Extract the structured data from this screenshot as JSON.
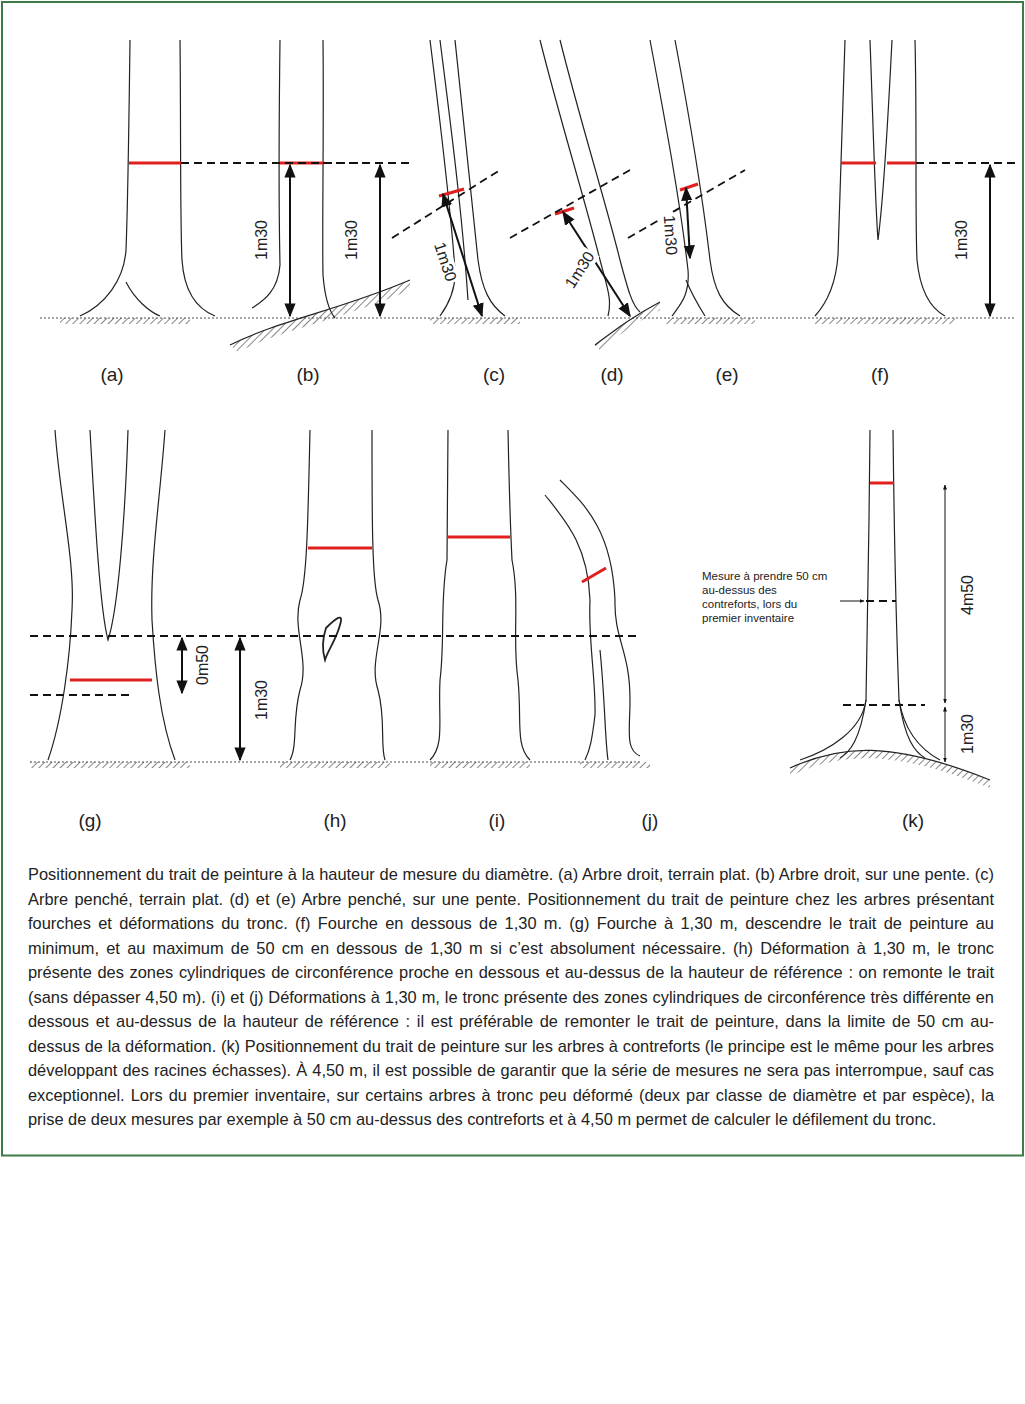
{
  "diagram": {
    "caption": "Positionnement du trait de peinture à la hauteur de mesure du diamètre. (a) Arbre droit, terrain plat. (b) Arbre droit, sur une pente. (c) Arbre penché, terrain plat. (d) et (e) Arbre penché, sur une pente. Positionnement du trait de peinture chez les arbres présentant fourches et déformations du tronc. (f) Fourche en dessous de 1,30 m. (g) Fourche à 1,30 m, descendre le trait de peinture au minimum, et au maximum de 50 cm en dessous de 1,30 m si c’est absolument nécessaire. (h) Déformation à 1,30 m, le tronc présente des zones cylindriques de circonférence proche en dessous et au-dessus de la hauteur de référence : on remonte le trait (sans dépasser 4,50 m). (i) et (j) Déformations à 1,30 m, le tronc présente des zones cylindriques de circonférence très différente en dessous et au-dessus de la hauteur de référence : il est préférable de remonter le trait de peinture, dans la limite de 50 cm au-dessus de la déformation. (k) Positionnement du trait de peinture sur les arbres à contreforts (le principe est le même pour les arbres développant des racines échasses). À 4,50 m, il est possible de garantir que la série de mesures ne sera pas interrompue, sauf cas exceptionnel. Lors du premier inventaire, sur certains arbres à tronc peu déformé (deux par classe de diamètre et par espèce), la prise de deux mesures par exemple à 50 cm au-dessus des contreforts et à 4,50 m permet de calculer le défilement du tronc.",
    "labels": [
      "1m30",
      "1m30",
      "1m30",
      "1m30",
      "1m30",
      "1m30",
      "(a)",
      "(b)",
      "(c)",
      "(d)",
      "(e)",
      "(f)",
      "0m50",
      "1m30",
      "Mesure à prendre 50 cm au-dessus des contreforts, lors du premier inventaire",
      "4m50",
      "1m30",
      "(g)",
      "(h)",
      "(i)",
      "(j)",
      "(k)"
    ]
  }
}
